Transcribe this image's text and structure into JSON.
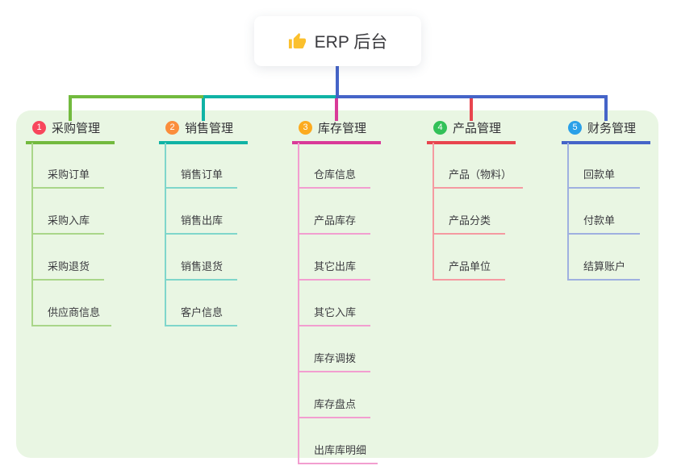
{
  "root": {
    "title": "ERP 后台",
    "icon": "thumbs-up"
  },
  "branches": [
    {
      "badge": "1",
      "title": "采购管理",
      "badge_color": "#f8465c",
      "line_color": "#72ba3e",
      "child_line_color": "#a9d689",
      "children": [
        "采购订单",
        "采购入库",
        "采购退货",
        "供应商信息"
      ]
    },
    {
      "badge": "2",
      "title": "销售管理",
      "badge_color": "#fb8e3c",
      "line_color": "#10b3a5",
      "child_line_color": "#7fd6cb",
      "children": [
        "销售订单",
        "销售出库",
        "销售退货",
        "客户信息"
      ]
    },
    {
      "badge": "3",
      "title": "库存管理",
      "badge_color": "#fcab1f",
      "line_color": "#d93a98",
      "child_line_color": "#f29ed0",
      "children": [
        "仓库信息",
        "产品库存",
        "其它出库",
        "其它入库",
        "库存调拨",
        "库存盘点",
        "出库库明细"
      ]
    },
    {
      "badge": "4",
      "title": "产品管理",
      "badge_color": "#33c159",
      "line_color": "#e8454e",
      "child_line_color": "#f59aa1",
      "children": [
        "产品（物料）",
        "产品分类",
        "产品单位"
      ]
    },
    {
      "badge": "5",
      "title": "财务管理",
      "badge_color": "#2aa0e8",
      "line_color": "#4564c8",
      "child_line_color": "#9fb0e0",
      "children": [
        "回款单",
        "付款单",
        "结算账户"
      ]
    }
  ],
  "colors": {
    "panel_bg": "#e9f6e3",
    "root_trunk": "#4564c8",
    "thumb": "#fbc02d"
  }
}
